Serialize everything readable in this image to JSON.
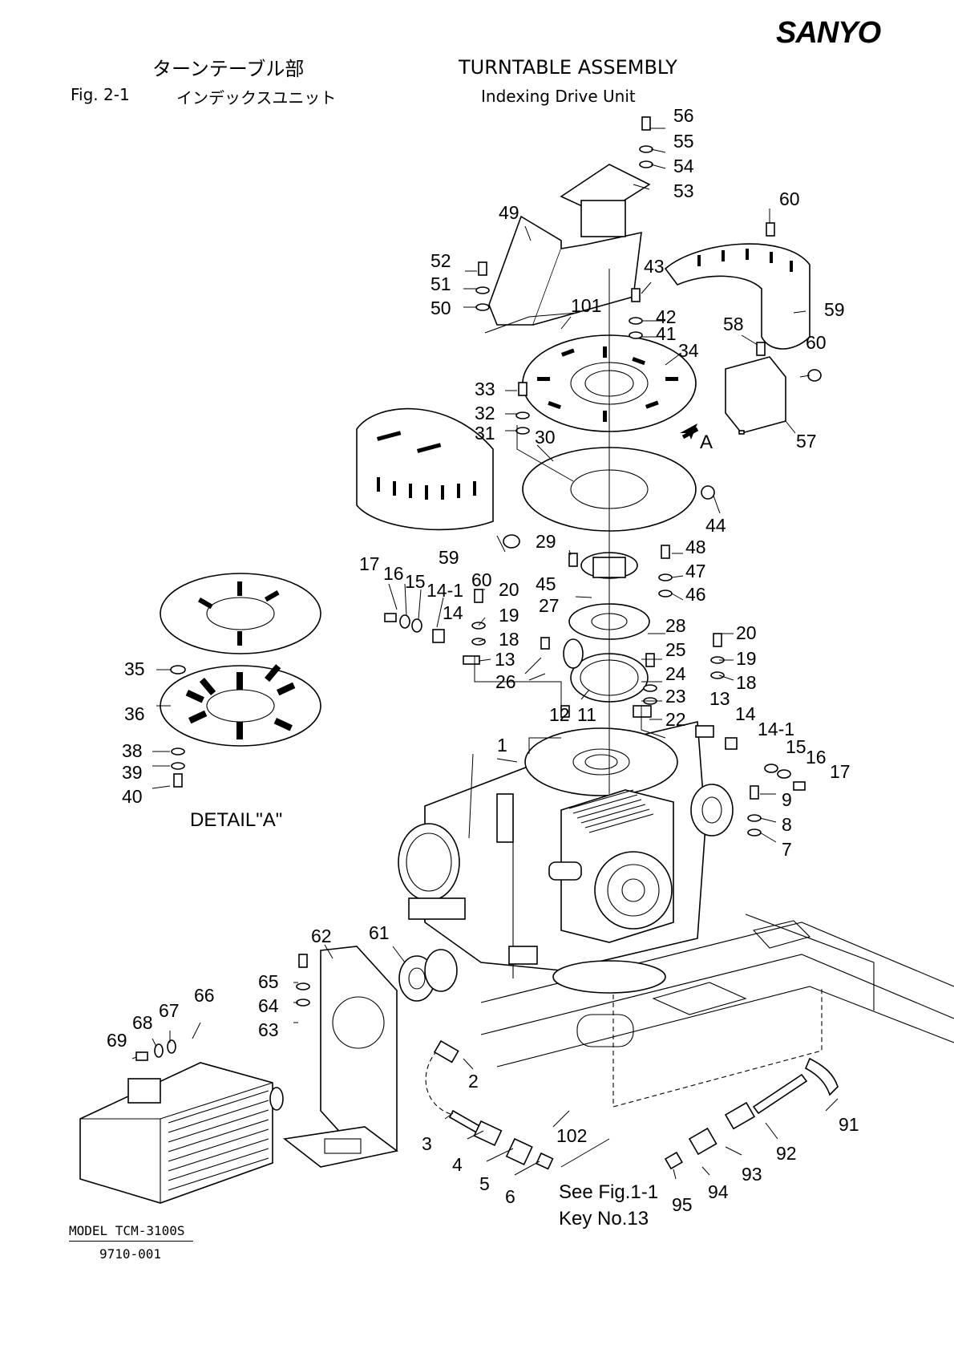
{
  "brand": "SANYO",
  "header": {
    "title_jp": "ターンテーブル部",
    "title_en": "TURNTABLE ASSEMBLY",
    "fig_label": "Fig.  2-1",
    "subtitle_jp": "インデックスユニット",
    "subtitle_en": "Indexing Drive Unit"
  },
  "view_marker": "A",
  "detail_label": "DETAIL\"A\"",
  "reference_note": {
    "line1": "See Fig.1-1",
    "line2": "Key No.13"
  },
  "footer": {
    "model": "MODEL TCM-3100S",
    "doc_number": "9710-001"
  },
  "callouts": {
    "c1": "1",
    "c2": "2",
    "c3": "3",
    "c4": "4",
    "c5": "5",
    "c6": "6",
    "c7": "7",
    "c8": "8",
    "c9": "9",
    "c11": "11",
    "c12": "12",
    "c13a": "13",
    "c13b": "13",
    "c14a": "14",
    "c14b": "14",
    "c14_1a": "14-1",
    "c14_1b": "14-1",
    "c15a": "15",
    "c15b": "15",
    "c16a": "16",
    "c16b": "16",
    "c17a": "17",
    "c17b": "17",
    "c18a": "18",
    "c18b": "18",
    "c19a": "19",
    "c19b": "19",
    "c20a": "20",
    "c20b": "20",
    "c22": "22",
    "c23": "23",
    "c24": "24",
    "c25": "25",
    "c26": "26",
    "c27": "27",
    "c28": "28",
    "c29": "29",
    "c30": "30",
    "c31": "31",
    "c32": "32",
    "c33": "33",
    "c34": "34",
    "c35": "35",
    "c36": "36",
    "c38": "38",
    "c39": "39",
    "c40": "40",
    "c41": "41",
    "c42": "42",
    "c43": "43",
    "c44": "44",
    "c45": "45",
    "c46": "46",
    "c47": "47",
    "c48": "48",
    "c49": "49",
    "c50": "50",
    "c51": "51",
    "c52": "52",
    "c53": "53",
    "c54": "54",
    "c55": "55",
    "c56": "56",
    "c57": "57",
    "c58": "58",
    "c59a": "59",
    "c59b": "59",
    "c60a": "60",
    "c60b": "60",
    "c60c": "60",
    "c61": "61",
    "c62": "62",
    "c63": "63",
    "c64": "64",
    "c65": "65",
    "c66": "66",
    "c67": "67",
    "c68": "68",
    "c69": "69",
    "c91": "91",
    "c92": "92",
    "c93": "93",
    "c94": "94",
    "c95": "95",
    "c101": "101",
    "c102": "102"
  }
}
